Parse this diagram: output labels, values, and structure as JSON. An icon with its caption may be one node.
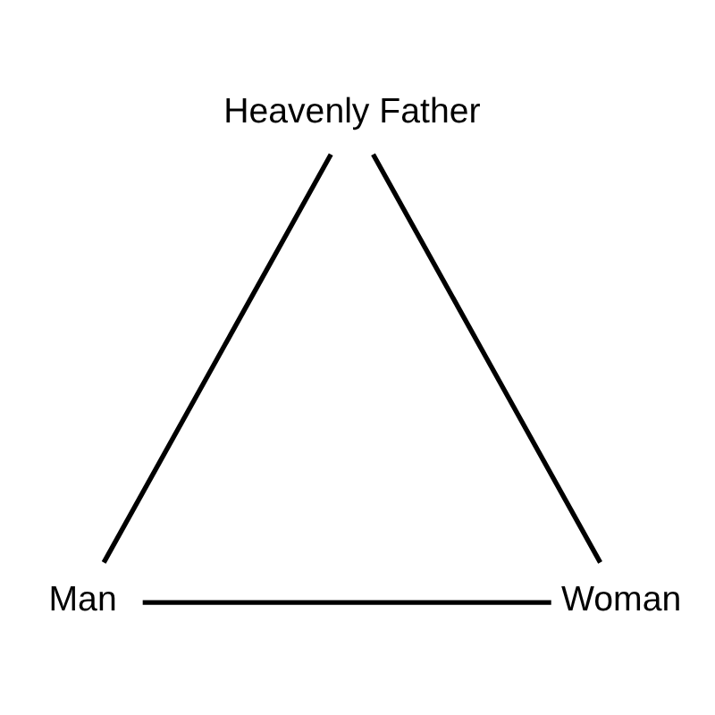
{
  "diagram": {
    "nodes": [
      {
        "text": [
          "Heavenly Father"
        ]
      },
      {
        "text": [
          "Man"
        ]
      },
      {
        "text": [
          "Woman"
        ]
      }
    ],
    "edges": [
      {
        "from": 0,
        "to": 1,
        "arrow": "none"
      },
      {
        "from": 1,
        "to": 2,
        "arrow": "none"
      },
      {
        "from": 0,
        "to": 2,
        "arrow": "none"
      }
    ]
  }
}
